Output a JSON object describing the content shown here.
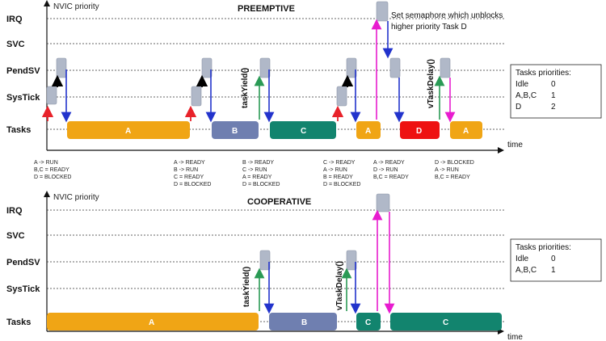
{
  "colors": {
    "task_a": "#f0a515",
    "task_b": "#6f7fb0",
    "task_c": "#12846e",
    "task_d": "#ee1111",
    "arrow_red": "#e8222a",
    "arrow_black": "#000000",
    "arrow_blue": "#2233cc",
    "arrow_green": "#2a9a55",
    "arrow_magenta": "#e81ccf",
    "isr_box": "#b0b8c8"
  },
  "preemptive": {
    "ylabel": "NVIC priority",
    "title": "PREEMPTIVE",
    "rows": [
      "IRQ",
      "SVC",
      "PendSV",
      "SysTick",
      "Tasks"
    ],
    "time_label": "time",
    "bars": [
      {
        "label": "A",
        "task": "A"
      },
      {
        "label": "B",
        "task": "B"
      },
      {
        "label": "C",
        "task": "C"
      },
      {
        "label": "A",
        "task": "A"
      },
      {
        "label": "D",
        "task": "D"
      },
      {
        "label": "A",
        "task": "A"
      }
    ],
    "call_labels": [
      "taskYield()",
      "vTaskDelay()"
    ],
    "annotation": [
      "Set semaphore which unblocks",
      "higher priority Task D"
    ],
    "state_notes": [
      [
        "A -> RUN",
        "B,C = READY",
        "D = BLOCKED"
      ],
      [
        "A -> READY",
        "B -> RUN",
        "C = READY",
        "D = BLOCKED"
      ],
      [
        "B -> READY",
        "C -> RUN",
        "A = READY",
        "D = BLOCKED"
      ],
      [
        "C -> READY",
        "A -> RUN",
        "B = READY",
        "D = BLOCKED"
      ],
      [
        "A -> READY",
        "D -> RUN",
        "B,C = READY"
      ],
      [
        "D -> BLOCKED",
        "A -> RUN",
        "B,C = READY"
      ]
    ],
    "priorities": {
      "header": "Tasks priorities:",
      "rows": [
        [
          "Idle",
          "0"
        ],
        [
          "A,B,C",
          "1"
        ],
        [
          "D",
          "2"
        ]
      ]
    }
  },
  "cooperative": {
    "ylabel": "NVIC priority",
    "title": "COOPERATIVE",
    "rows": [
      "IRQ",
      "SVC",
      "PendSV",
      "SysTick",
      "Tasks"
    ],
    "time_label": "time",
    "bars": [
      {
        "label": "A",
        "task": "A"
      },
      {
        "label": "B",
        "task": "B"
      },
      {
        "label": "C",
        "task": "C"
      },
      {
        "label": "C",
        "task": "C"
      }
    ],
    "call_labels": [
      "taskYield()",
      "vTaskDelay()"
    ],
    "priorities": {
      "header": "Tasks priorities:",
      "rows": [
        [
          "Idle",
          "0"
        ],
        [
          "A,B,C",
          "1"
        ]
      ]
    }
  }
}
